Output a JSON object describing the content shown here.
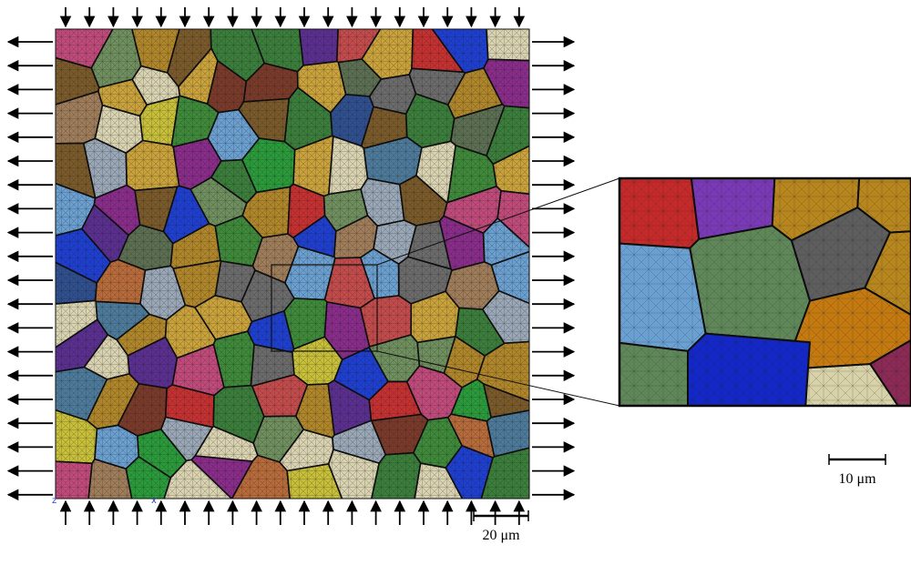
{
  "main_view": {
    "scale_bar_label": "20 μm",
    "axis_labels": [
      "z",
      "x"
    ],
    "grain_palette": [
      "#3e8a3a",
      "#b0862a",
      "#6a9fd0",
      "#8a2c8a",
      "#c44b4b",
      "#5a2f8f",
      "#6b6b6b",
      "#c7bf3a",
      "#2a9a3a",
      "#1e3fcf",
      "#6f8f5e",
      "#d9d2b0",
      "#7a3a2a",
      "#b86b3a",
      "#2f4f8f",
      "#9aa7b7",
      "#c9a23b",
      "#5c6f52",
      "#c04a7a",
      "#3b7d3b",
      "#a07d5a",
      "#4d7a9a",
      "#c53030",
      "#7a5a2a"
    ],
    "mesh_color": "#1a1a1a",
    "load_type": "biaxial: compression top/bottom, tension left/right"
  },
  "inset_view": {
    "scale_bar_label": "10 μm",
    "grain_palette": [
      "#c42a2a",
      "#7a3ab5",
      "#b8861e",
      "#6aa0d2",
      "#5f875a",
      "#5e5e5e",
      "#c47a10",
      "#1428c8",
      "#8a2a55",
      "#d8d2a8"
    ]
  }
}
